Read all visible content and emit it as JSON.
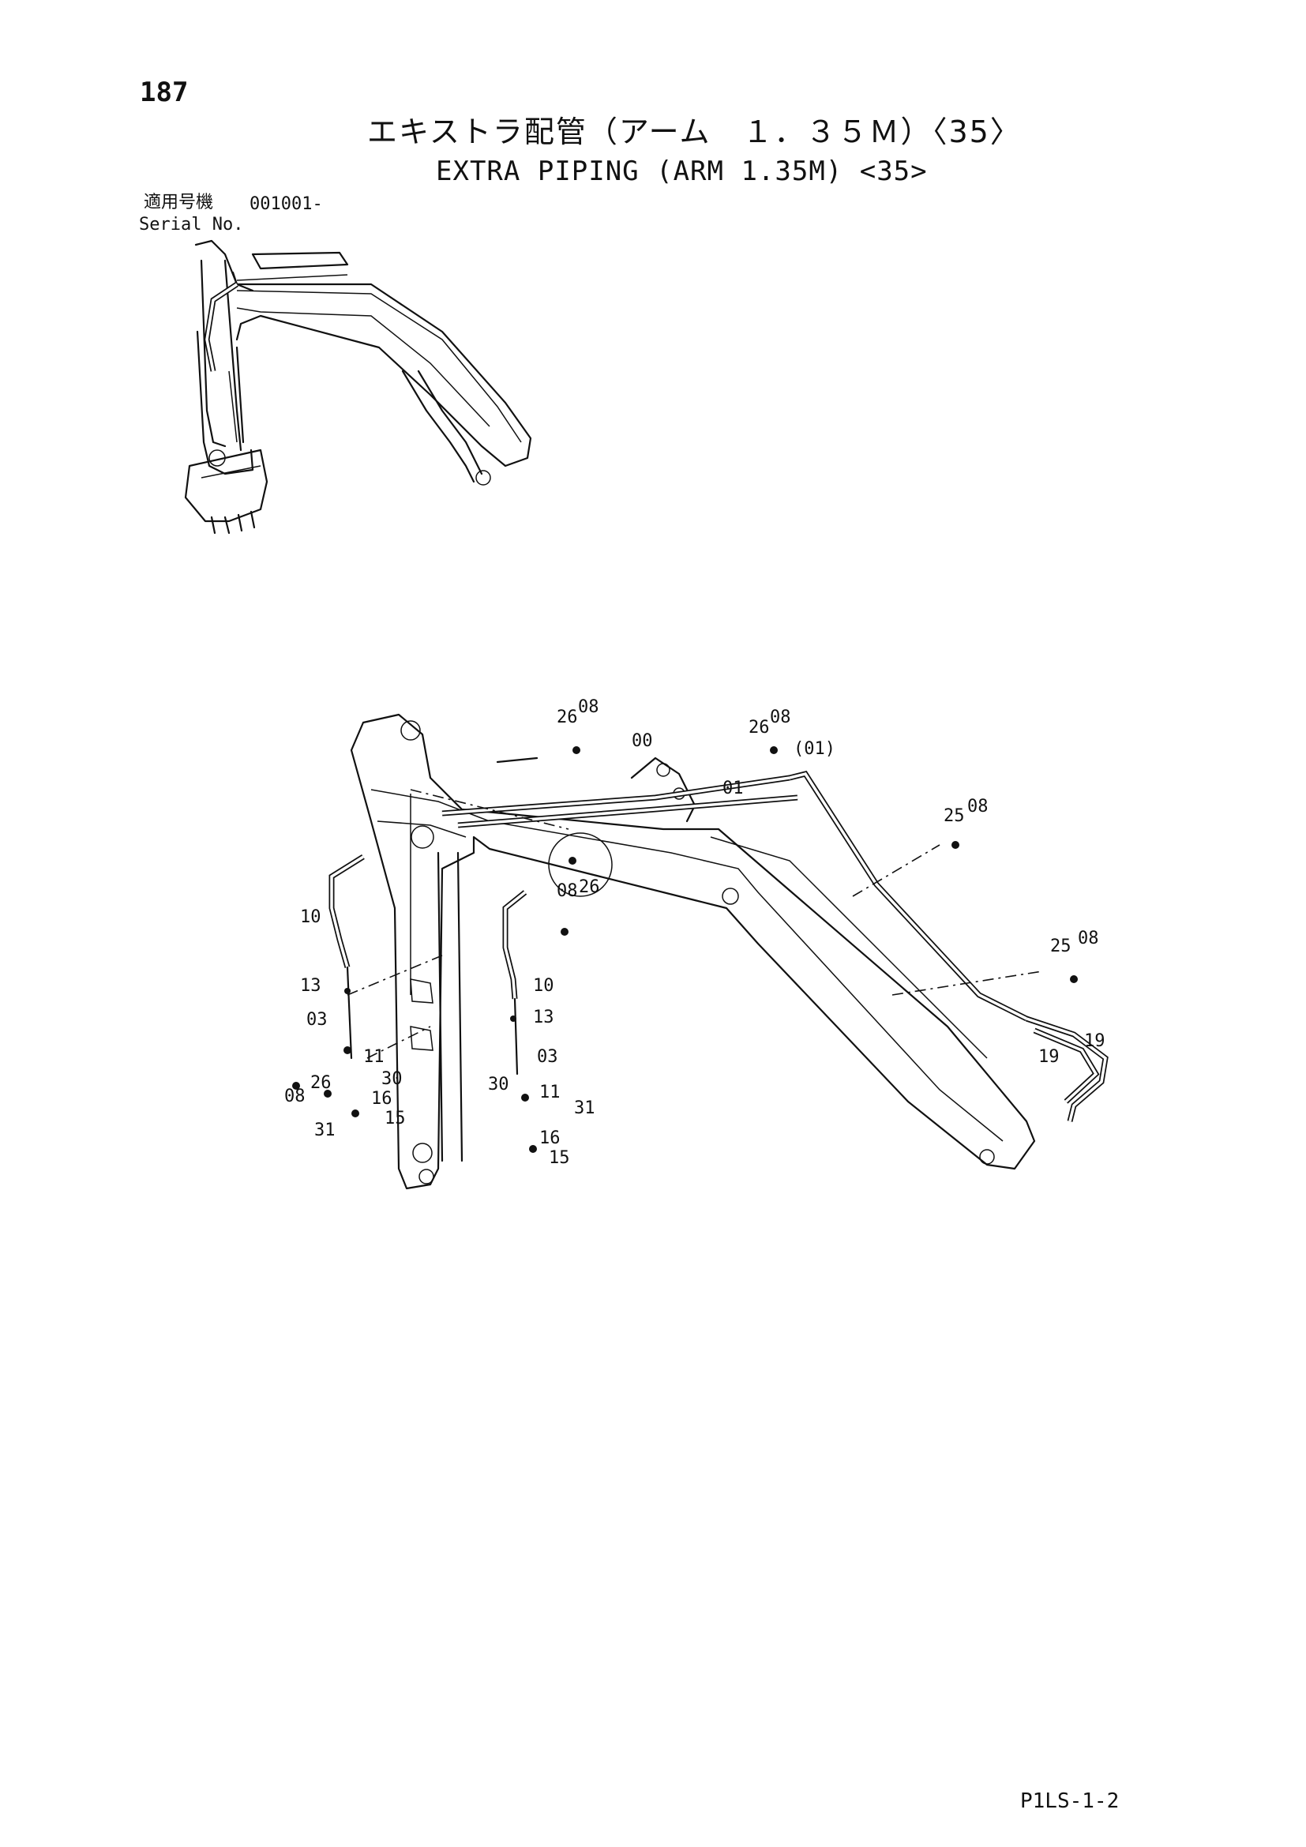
{
  "header": {
    "page_number": "187",
    "title_jp": "エキストラ配管（アーム　１．３５Ｍ）〈35〉",
    "title_en": "EXTRA PIPING (ARM 1.35M) <35>"
  },
  "serial": {
    "label_jp": "適用号機",
    "label_en": "Serial No.",
    "value": "001001-"
  },
  "diagram": {
    "part_labels": [
      "26",
      "08",
      "00",
      "26",
      "08",
      "(01)",
      "01",
      "25",
      "08",
      "08",
      "26",
      "10",
      "10",
      "13",
      "13",
      "03",
      "03",
      "11",
      "08",
      "26",
      "30",
      "16",
      "31",
      "15",
      "30",
      "11",
      "31",
      "16",
      "15",
      "25",
      "08",
      "19",
      "19"
    ]
  },
  "footer": {
    "ref_code": "P1LS-1-2"
  }
}
